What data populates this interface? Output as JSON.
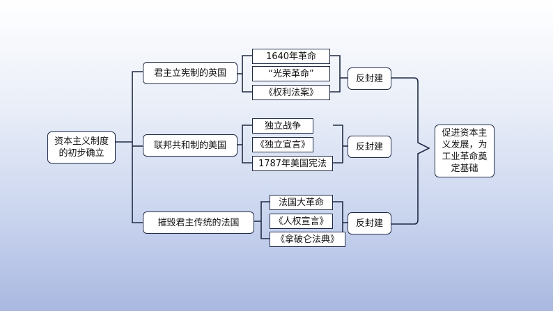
{
  "diagram": {
    "root": "资本主义制度的初步确立",
    "branches": [
      {
        "country": "君主立宪制的英国",
        "events": [
          "1640年革命",
          "“光荣革命”",
          "《权利法案》"
        ],
        "result": "反封建"
      },
      {
        "country": "联邦共和制的美国",
        "events": [
          "独立战争",
          "《独立宣言》",
          "1787年美国宪法"
        ],
        "result": "反封建"
      },
      {
        "country": "摧毁君主传统的法国",
        "events": [
          "法国大革命",
          "《人权宣言》",
          "《拿破仑法典》"
        ],
        "result": "反封建"
      }
    ],
    "conclusion": "促进资本主义发展，为工业革命奠定基础"
  },
  "colors": {
    "border": "#1f2a44",
    "box_fill": "#ffffff"
  }
}
